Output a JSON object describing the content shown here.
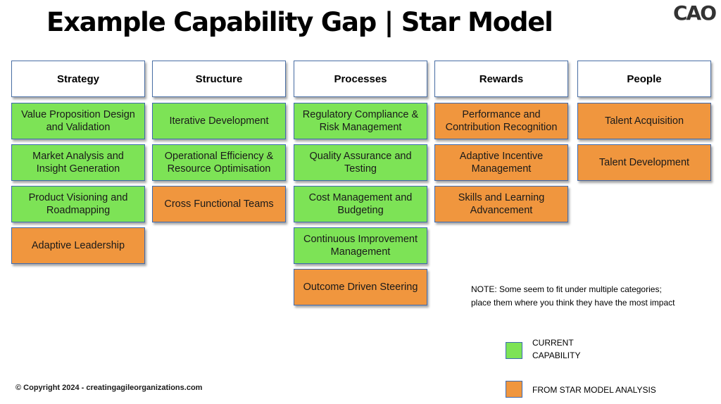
{
  "title": "Example Capability Gap | Star Model",
  "logo_text": "CAO",
  "colors": {
    "current": "#7de356",
    "star_model": "#f0963e",
    "border": "#3d6ab0"
  },
  "columns": [
    {
      "header": "Strategy",
      "items": [
        {
          "label": "Value Proposition Design and Validation",
          "status": "current"
        },
        {
          "label": "Market Analysis and Insight Generation",
          "status": "current"
        },
        {
          "label": "Product Visioning and Roadmapping",
          "status": "current"
        },
        {
          "label": "Adaptive Leadership",
          "status": "star_model"
        }
      ]
    },
    {
      "header": "Structure",
      "items": [
        {
          "label": "Iterative Development",
          "status": "current"
        },
        {
          "label": "Operational Efficiency & Resource Optimisation",
          "status": "current"
        },
        {
          "label": "Cross Functional Teams",
          "status": "star_model"
        }
      ]
    },
    {
      "header": "Processes",
      "items": [
        {
          "label": "Regulatory Compliance & Risk Management",
          "status": "current"
        },
        {
          "label": "Quality Assurance and Testing",
          "status": "current"
        },
        {
          "label": "Cost Management and Budgeting",
          "status": "current"
        },
        {
          "label": "Continuous Improvement Management",
          "status": "current"
        },
        {
          "label": "Outcome Driven Steering",
          "status": "star_model"
        }
      ]
    },
    {
      "header": "Rewards",
      "items": [
        {
          "label": "Performance and Contribution Recognition",
          "status": "star_model"
        },
        {
          "label": "Adaptive Incentive Management",
          "status": "star_model"
        },
        {
          "label": "Skills and Learning Advancement",
          "status": "star_model"
        }
      ]
    },
    {
      "header": "People",
      "items": [
        {
          "label": "Talent Acquisition",
          "status": "star_model"
        },
        {
          "label": "Talent Development",
          "status": "star_model"
        }
      ]
    }
  ],
  "note": {
    "line1": "NOTE: Some seem to fit under multiple categories;",
    "line2": "place them where you think they have the most impact"
  },
  "legend": {
    "current_line1": "CURRENT",
    "current_line2": "CAPABILITY",
    "star_model": "FROM STAR MODEL ANALYSIS"
  },
  "copyright": "© Copyright 2024 - creatingagileorganizations.com"
}
